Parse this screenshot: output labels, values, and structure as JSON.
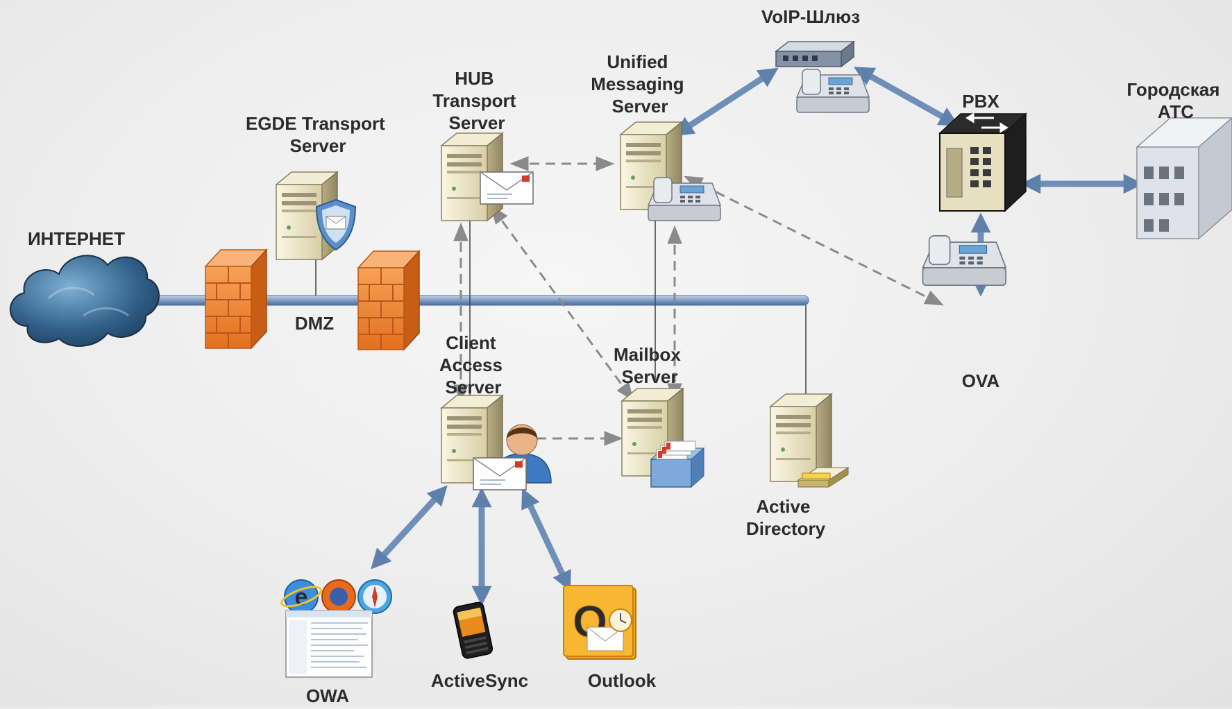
{
  "labels": {
    "internet": "ИНТЕРНЕТ",
    "dmz": "DMZ",
    "edge_transport": [
      "EGDE Transport",
      "Server"
    ],
    "hub_transport": [
      "HUB",
      "Transport",
      "Server"
    ],
    "unified_messaging": [
      "Unified",
      "Messaging",
      "Server"
    ],
    "voip_gateway": "VoIP-Шлюз",
    "pbx": "PBX",
    "city_exchange": [
      "Городская",
      "АТС"
    ],
    "ova": "OVA",
    "client_access": [
      "Client",
      "Access",
      "Server"
    ],
    "mailbox": [
      "Mailbox",
      "Server"
    ],
    "active_directory": [
      "Active",
      "Directory"
    ],
    "owa": "OWA",
    "activesync": "ActiveSync",
    "outlook": "Outlook"
  },
  "colors": {
    "arrow": "#6f8fb8",
    "arrow_dark": "#4e6e99",
    "dashed": "#8a8a8a",
    "backbone": "#7f9cc4",
    "firewall": "#f08a3c",
    "server": "#ece4c4",
    "cloud": "#2f5f88"
  },
  "icons": {
    "cloud": "cloud-icon",
    "firewall": "firewall-icon",
    "server": "server-icon",
    "shield": "shield-icon",
    "envelope": "envelope-icon",
    "phone": "phone-icon",
    "gateway": "voip-gateway-icon",
    "switch": "pbx-switch-icon",
    "building": "building-icon",
    "user": "user-icon",
    "mailbox_tray": "mailbox-tray-icon",
    "browsers": "browsers-icon",
    "smartphone": "smartphone-icon",
    "outlook": "outlook-icon"
  }
}
